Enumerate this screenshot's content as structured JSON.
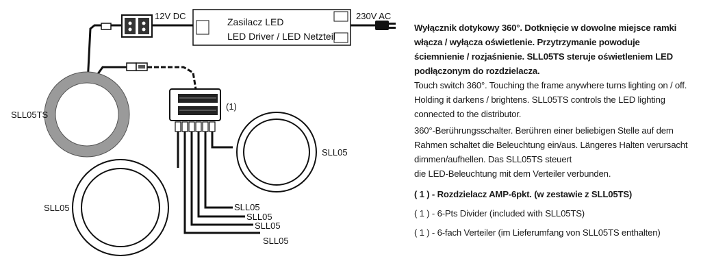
{
  "diagram": {
    "psu_label_line1": "Zasilacz LED",
    "psu_label_line2": "LED Driver / LED Netzteil",
    "voltage_dc": "12V DC",
    "voltage_ac": "230V AC",
    "touch_switch_label": "SLL05TS",
    "divider_label": "(1)",
    "light_right_label": "SLL05",
    "light_left_label": "SLL05",
    "lead_labels": [
      "SLL05",
      "SLL05",
      "SLL05",
      "SLL05"
    ]
  },
  "description": {
    "pl": "Wyłącznik dotykowy 360°. Dotknięcie w dowolne miejsce ramki włącza / wyłącza oświetlenie. Przytrzymanie powoduje ściemnienie / rozjaśnienie. SLL05TS steruje oświetleniem LED podłączonym do rozdzielacza.",
    "en": "Touch switch 360°. Touching the frame anywhere turns lighting on / off. Holding it darkens / brightens. SLL05TS controls the LED lighting connected to the distributor.",
    "de_line1": "360°-Berührungsschalter. Berühren einer beliebigen Stelle auf dem Rahmen schaltet die Beleuchtung ein/aus. Längeres Halten verursacht dimmen/aufhellen. Das SLL05TS steuert",
    "de_line2": "die LED-Beleuchtung mit dem Verteiler verbunden."
  },
  "notes": {
    "pl": "( 1 ) - Rozdzielacz AMP-6pkt. (w zestawie z SLL05TS)",
    "en": "( 1 ) - 6-Pts Divider (included with SLL05TS)",
    "de": "( 1 ) - 6-fach Verteiler (im Lieferumfang von SLL05TS enthalten)"
  }
}
